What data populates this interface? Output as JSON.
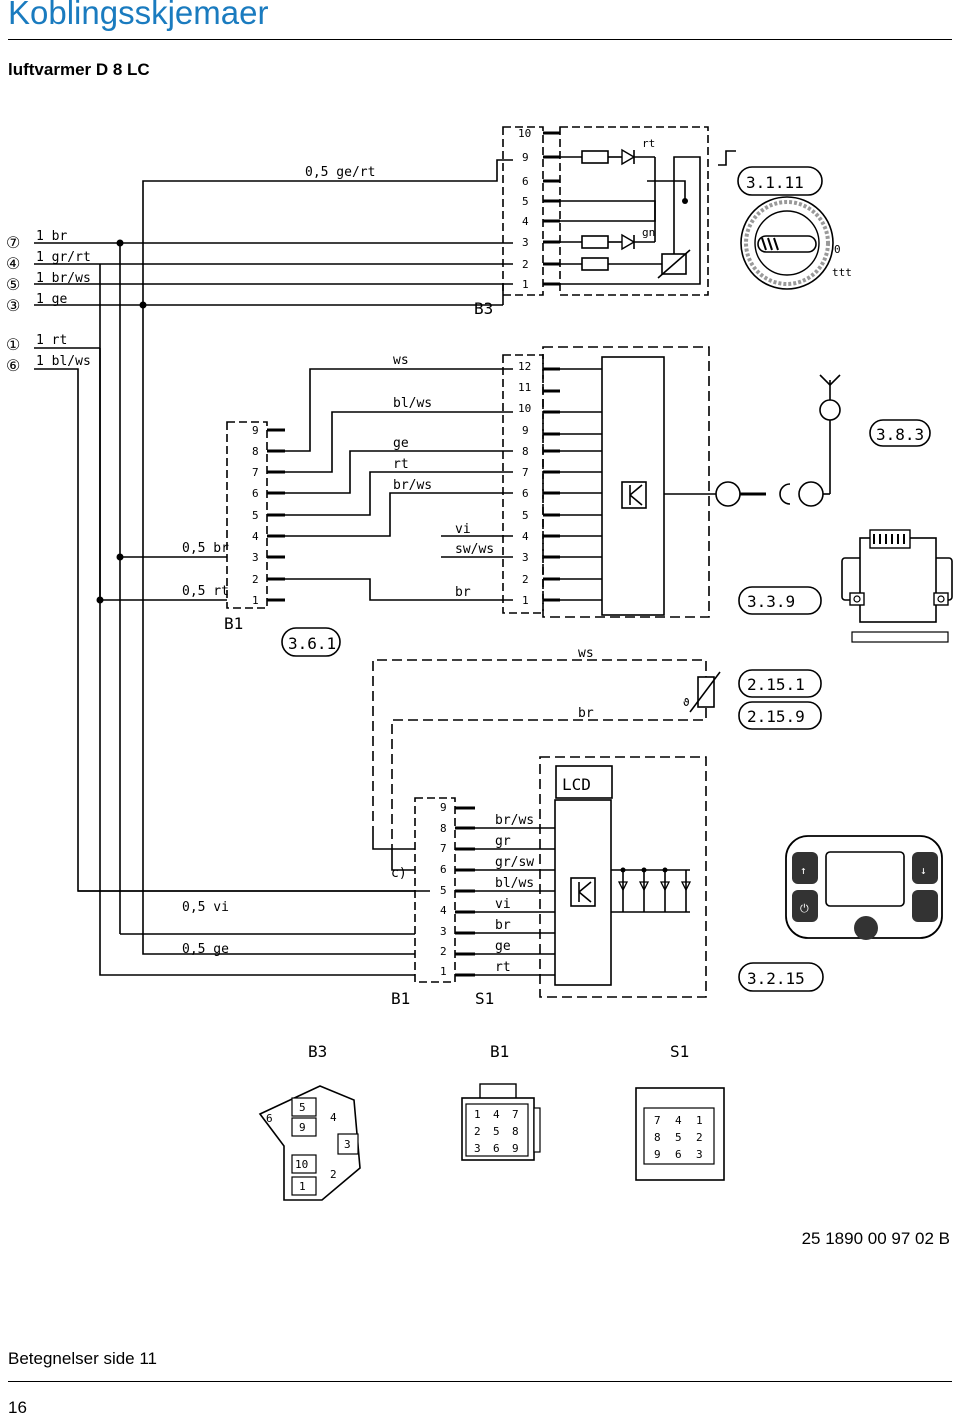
{
  "header": {
    "title": "Koblingsskjemaer",
    "subtitle": "luftvarmer D 8 LC"
  },
  "footer": {
    "doc_number": "25 1890 00 97 02 B",
    "note": "Betegnelser side 11",
    "page": "16"
  },
  "wire_inputs": [
    {
      "num": "⑦",
      "label": "1 br"
    },
    {
      "num": "④",
      "label": "1 gr/rt"
    },
    {
      "num": "⑤",
      "label": "1 br/ws"
    },
    {
      "num": "③",
      "label": "1 ge"
    },
    {
      "num": "①",
      "label": "1 rt"
    },
    {
      "num": "⑥",
      "label": "1 bl/ws"
    }
  ],
  "wire_labels": {
    "top_ge_rt": "0,5 ge/rt",
    "b1_br": "0,5 br",
    "b1_rt": "0,5 rt",
    "ws": "ws",
    "bl_ws": "bl/ws",
    "ge": "ge",
    "rt": "rt",
    "br_ws": "br/ws",
    "vi": "vi",
    "sw_ws": "sw/ws",
    "br": "br",
    "ws_sensor": "ws",
    "br_sensor": "br",
    "vi_05": "0,5 vi",
    "ge_05": "0,5 ge",
    "s1_br_ws": "br/ws",
    "s1_gr": "gr",
    "s1_gr_sw": "gr/sw",
    "s1_bl_ws": "bl/ws",
    "s1_vi": "vi",
    "s1_br": "br",
    "s1_ge": "ge",
    "s1_rt": "rt",
    "c": "c)",
    "led_rt": "rt",
    "led_gn": "gn"
  },
  "components": {
    "b3": "B3",
    "b1": "B1",
    "s1": "S1",
    "lcd": "LCD",
    "ref_3_1_11": "3.1.11",
    "ref_3_6_1": "3.6.1",
    "ref_3_8_3": "3.8.3",
    "ref_3_3_9": "3.3.9",
    "ref_2_15_1": "2.15.1",
    "ref_2_15_9": "2.15.9",
    "ref_3_2_15": "3.2.15",
    "dial_zero": "0",
    "dial_heat": "ttt"
  },
  "connectors": {
    "b3_title": "B3",
    "b1_title": "B1",
    "s1_title": "S1",
    "b3_pins": [
      "6",
      "5",
      "4",
      "9",
      "3",
      "10",
      "2",
      "1"
    ],
    "b1_pins": [
      "1",
      "4",
      "7",
      "2",
      "5",
      "8",
      "3",
      "6",
      "9"
    ],
    "s1_pins": [
      "7",
      "4",
      "1",
      "8",
      "5",
      "2",
      "9",
      "6",
      "3"
    ]
  },
  "pin_numbers": {
    "b3_top": [
      "1",
      "2",
      "3",
      "4",
      "5",
      "6",
      "9",
      "10"
    ],
    "b3_bottom": [
      "1",
      "2",
      "3",
      "4",
      "5",
      "6",
      "7",
      "8",
      "9",
      "10",
      "11",
      "12"
    ],
    "b1_left": [
      "1",
      "2",
      "3",
      "4",
      "5",
      "6",
      "7",
      "8",
      "9"
    ],
    "b1_bottom": [
      "1",
      "2",
      "3",
      "4",
      "5",
      "6",
      "7",
      "8",
      "9"
    ]
  }
}
